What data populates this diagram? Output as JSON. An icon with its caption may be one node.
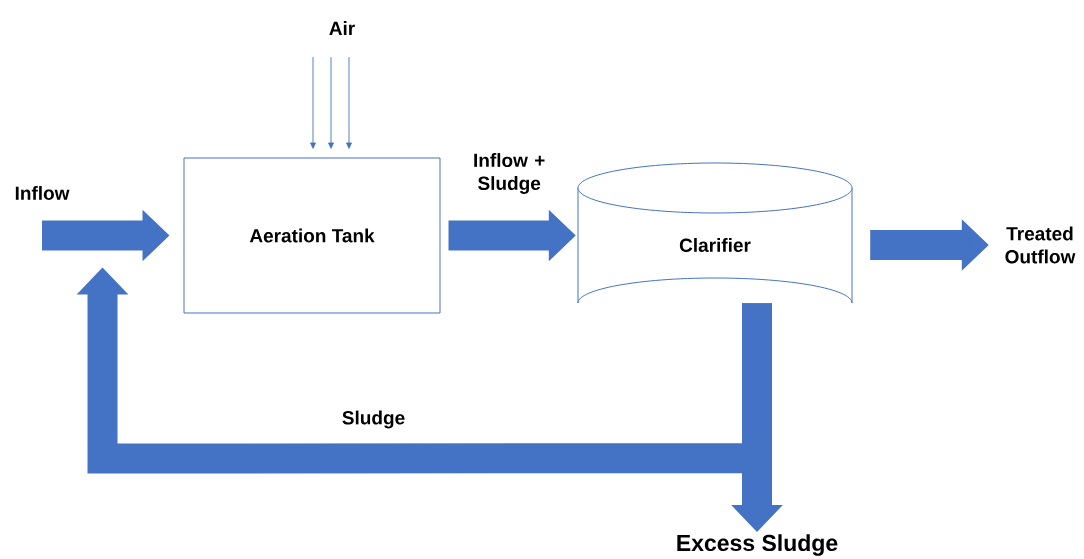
{
  "diagram": {
    "nodes": [
      {
        "text": [
          "Inflow"
        ]
      },
      {
        "text": [
          "Aeration Tank"
        ]
      },
      {
        "text": [
          "Clarifier"
        ]
      },
      {
        "text": [
          "Air"
        ]
      },
      {
        "text": [
          "Treated Outflow"
        ]
      },
      {
        "text": [
          "Excess Sludge"
        ]
      }
    ],
    "edges": [
      {
        "from": 0,
        "to": 1,
        "arrow": "to"
      },
      {
        "from": 3,
        "to": 1,
        "arrow": "to"
      },
      {
        "from": 3,
        "to": 1,
        "arrow": "to"
      },
      {
        "from": 3,
        "to": 1,
        "arrow": "to"
      },
      {
        "from": 1,
        "to": 2,
        "arrow": "to",
        "label": "Inflow + Sludge"
      },
      {
        "from": 2,
        "to": 4,
        "arrow": "to"
      },
      {
        "from": 2,
        "to": 5,
        "arrow": "to"
      },
      {
        "from": 2,
        "to": 1,
        "arrow": "to",
        "label": "Sludge"
      }
    ]
  }
}
